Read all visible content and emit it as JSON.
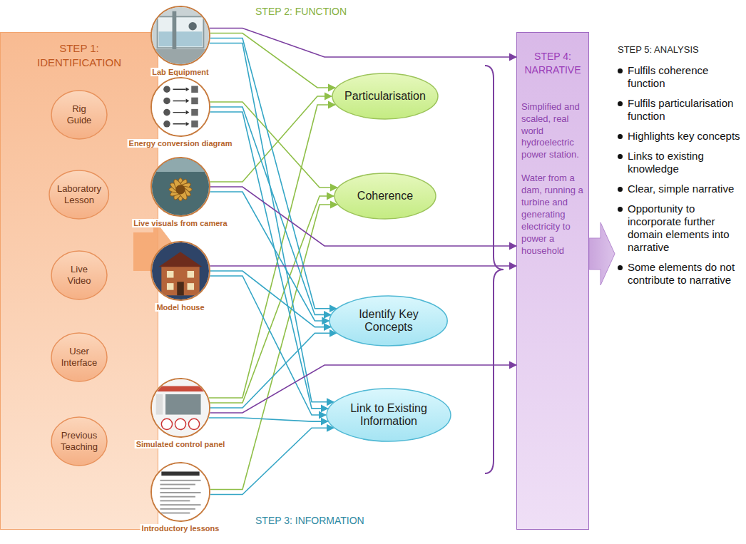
{
  "diagram": {
    "nodes": [
      {
        "text": [
          "STEP 1: IDENTIFICATION"
        ]
      },
      {
        "text": [
          "Rig Guide"
        ],
        "in": 0
      },
      {
        "text": [
          "Laboratory Lesson"
        ],
        "in": 0
      },
      {
        "text": [
          "Live Video"
        ],
        "in": 0
      },
      {
        "text": [
          "User Interface"
        ],
        "in": 0
      },
      {
        "text": [
          "Previous Teaching"
        ],
        "in": 0
      },
      {
        "text": [
          "Lab Equipment"
        ]
      },
      {
        "text": [
          "Energy conversion diagram"
        ]
      },
      {
        "text": [
          "Live visuals from camera"
        ]
      },
      {
        "text": [
          "Model house"
        ]
      },
      {
        "text": [
          "Simulated control panel"
        ]
      },
      {
        "text": [
          "Introductory lessons"
        ]
      },
      {
        "text": [
          "Particularisation"
        ]
      },
      {
        "text": [
          "Coherence"
        ]
      },
      {
        "text": [
          "Identify Key Concepts"
        ]
      },
      {
        "text": [
          "Link to Existing Information"
        ]
      },
      {
        "text": [
          "STEP 4: NARRATIVE",
          "Simplified and scaled, real world hydroelectric power station.",
          "Water from a dam, running a turbine and generating electricity to power a household"
        ]
      }
    ],
    "edges": [
      {
        "from": 6,
        "to": 12,
        "arrow": "to"
      },
      {
        "from": 7,
        "to": 13,
        "arrow": "to"
      },
      {
        "from": 8,
        "to": 12,
        "arrow": "to"
      },
      {
        "from": 10,
        "to": 12,
        "arrow": "to"
      },
      {
        "from": 10,
        "to": 13,
        "arrow": "to"
      },
      {
        "from": 11,
        "to": 13,
        "arrow": "to"
      },
      {
        "from": 6,
        "to": 14,
        "arrow": "to"
      },
      {
        "from": 6,
        "to": 15,
        "arrow": "to"
      },
      {
        "from": 7,
        "to": 14,
        "arrow": "to"
      },
      {
        "from": 7,
        "to": 15,
        "arrow": "to"
      },
      {
        "from": 8,
        "to": 14,
        "arrow": "to"
      },
      {
        "from": 9,
        "to": 14,
        "arrow": "to"
      },
      {
        "from": 9,
        "to": 15,
        "arrow": "to"
      },
      {
        "from": 10,
        "to": 14,
        "arrow": "to"
      },
      {
        "from": 10,
        "to": 15,
        "arrow": "to"
      },
      {
        "from": 11,
        "to": 15,
        "arrow": "to"
      },
      {
        "from": 6,
        "to": 16,
        "arrow": "to"
      },
      {
        "from": 8,
        "to": 16,
        "arrow": "to"
      },
      {
        "from": 9,
        "to": 16,
        "arrow": "to"
      },
      {
        "from": 10,
        "to": 16,
        "arrow": "to"
      }
    ],
    "labels": [
      "STEP 2: FUNCTION",
      "STEP 3: INFORMATION",
      "STEP 5: ANALYSIS",
      "Fulfils coherence function",
      "Fulfils particularisation function",
      "Highlights key concepts",
      "Links to existing knowledge",
      "Clear, simple narrative",
      "Opportunity to incorporate further domain elements into narrative",
      "Some elements do not contribute to narrative"
    ]
  }
}
